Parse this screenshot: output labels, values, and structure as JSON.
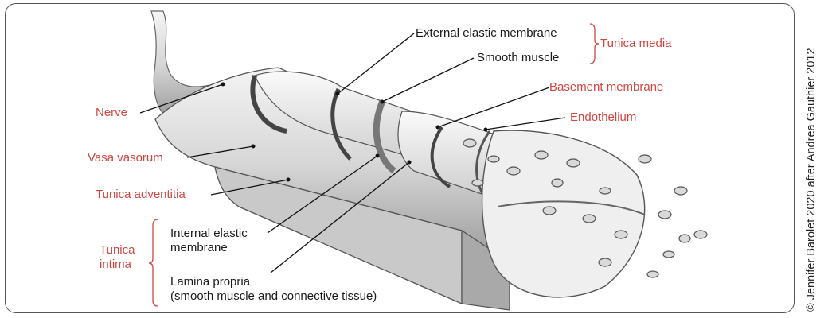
{
  "labels": {
    "external_elastic_membrane": "External elastic membrane",
    "smooth_muscle": "Smooth muscle",
    "tunica_media": "Tunica media",
    "basement_membrane": "Basement membrane",
    "endothelium": "Endothelium",
    "nerve": "Nerve",
    "vasa_vasorum": "Vasa vasorum",
    "tunica_adventitia": "Tunica adventitia",
    "tunica_intima_line1": "Tunica",
    "tunica_intima_line2": "intima",
    "internal_elastic_line1": "Internal elastic",
    "internal_elastic_line2": "membrane",
    "lamina_propria_line1": "Lamina propria",
    "lamina_propria_line2": "(smooth muscle and connective tissue)"
  },
  "copyright": "© Jennifer Barolet 2020 after Andrea Gauthier 2012",
  "colors": {
    "label_red": "#d2453f",
    "label_black": "#1a1a1a"
  }
}
